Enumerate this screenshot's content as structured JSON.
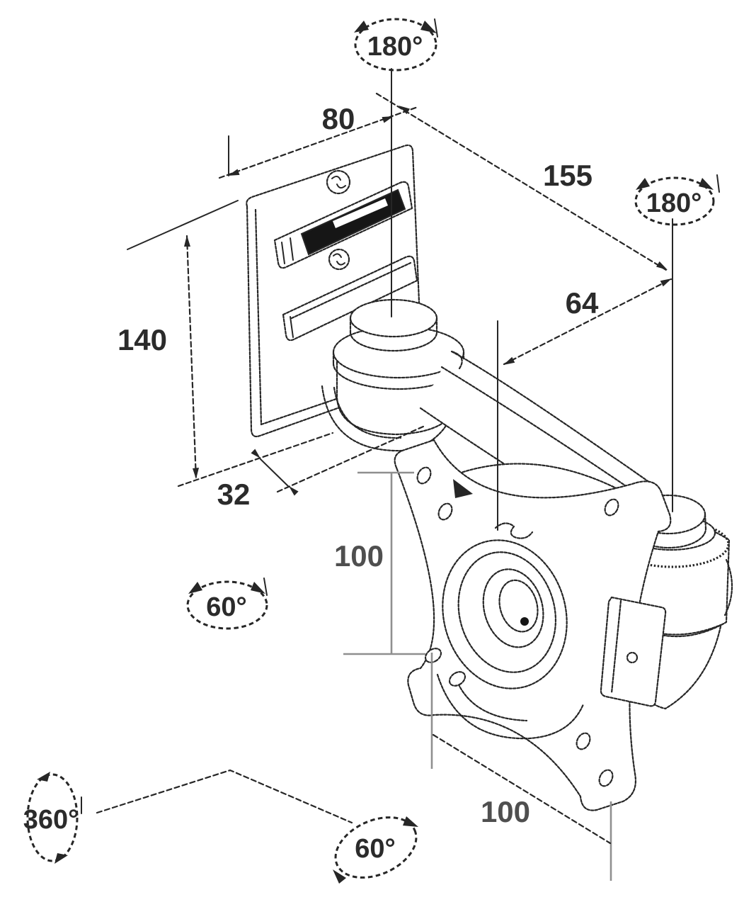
{
  "figure": {
    "type": "technical-line-drawing",
    "subject": "Articulated monitor wall-mount arm, isometric view with millimetre dimensions and rotation ranges",
    "background_color": "#ffffff",
    "line_color": "#262626",
    "secondary_line_color": "#8f8f8f",
    "labels": {
      "dim_80": "80",
      "dim_155": "155",
      "dim_140": "140",
      "dim_64": "64",
      "dim_32": "32",
      "dim_100_left": "100",
      "dim_100_bottom": "100",
      "rot_top": "180°",
      "rot_right": "180°",
      "rot_left": "60°",
      "rot_bottom": "60°",
      "rot_swivel": "360°"
    }
  }
}
